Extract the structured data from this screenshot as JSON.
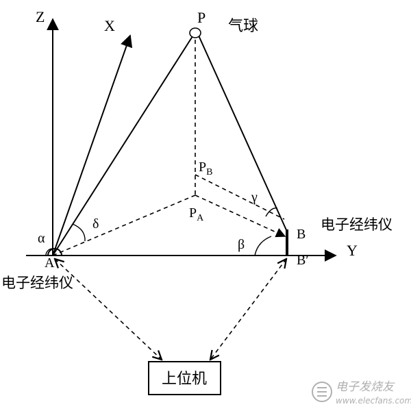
{
  "labels": {
    "axis_z": "Z",
    "axis_x": "X",
    "axis_y": "Y",
    "point_p": "P",
    "balloon": "气球",
    "point_pb_main": "P",
    "point_pb_sub": "B",
    "point_pa_main": "P",
    "point_pa_sub": "A",
    "point_a": "A",
    "point_b": "B",
    "point_b_prime": "B′",
    "angle_alpha": "α",
    "angle_delta": "δ",
    "angle_beta": "β",
    "angle_gamma": "γ",
    "theodolite_a": "电子经纬仪",
    "theodolite_b": "电子经纬仪",
    "host_computer": "上位机"
  },
  "watermark": {
    "main": "电子发烧友",
    "url": "www.elecfans.com"
  },
  "colors": {
    "stroke": "#000000",
    "watermark": "#b0b0b0"
  }
}
